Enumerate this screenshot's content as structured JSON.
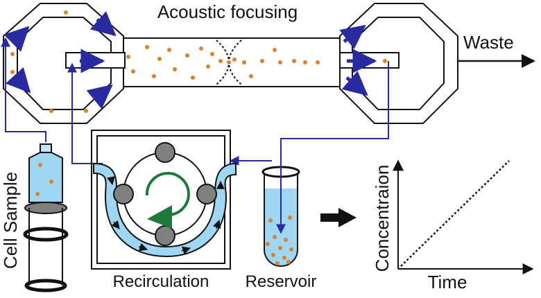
{
  "labels": {
    "title": "Acoustic focusing",
    "waste": "Waste",
    "cell_sample": "Cell Sample",
    "recirculation": "Recirculation",
    "reservoir": "Reservoir",
    "y_axis": "Concentraion",
    "x_axis": "Time"
  },
  "colors": {
    "line": "#111111",
    "flow_arrow": "#2a2aa0",
    "particle": "#d9822b",
    "liquid": "#9fd7f2",
    "tube_fill": "#bfe6f8",
    "rotation_arrow": "#1e7a3a",
    "roller": "#808080"
  },
  "icons": [
    "flow-arrow-icon",
    "rotation-arrow-icon",
    "particle-icon",
    "output-arrow-icon"
  ]
}
